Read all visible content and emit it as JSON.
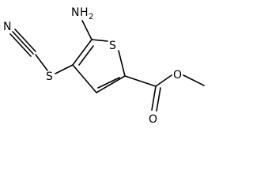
{
  "molecule": {
    "atoms": {
      "n_nitrile": "N",
      "s_thio": "S",
      "n_amine": "N",
      "h_amine": "H",
      "h_amine_count": "2",
      "s_ring": "S",
      "o_carbonyl": "O",
      "o_ester": "O"
    },
    "colors": {
      "bond": "#000000",
      "label": "#000000",
      "background": "#ffffff"
    }
  }
}
